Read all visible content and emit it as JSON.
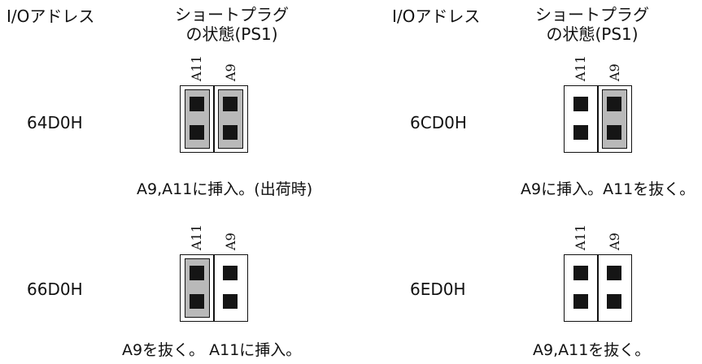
{
  "headers": {
    "left_address": "I/Oアドレス",
    "left_plug_line1": "ショートプラグ",
    "left_plug_line2": "の状態(PS1)",
    "right_address": "I/Oアドレス",
    "right_plug_line1": "ショートプラグ",
    "right_plug_line2": "の状態(PS1)"
  },
  "settings": [
    {
      "address": "64D0H",
      "caption": "A9,A11に挿入。(出荷時)",
      "pins": {
        "a11_label": "A11",
        "a9_label": "A9"
      },
      "a11_inserted": true,
      "a9_inserted": true
    },
    {
      "address": "6CD0H",
      "caption": "A9に挿入。A11を抜く。",
      "pins": {
        "a11_label": "A11",
        "a9_label": "A9"
      },
      "a11_inserted": false,
      "a9_inserted": true
    },
    {
      "address": "66D0H",
      "caption": "A9を抜く。 A11に挿入。",
      "pins": {
        "a11_label": "A11",
        "a9_label": "A9"
      },
      "a11_inserted": true,
      "a9_inserted": false
    },
    {
      "address": "6ED0H",
      "caption": "A9,A11を抜く。",
      "pins": {
        "a11_label": "A11",
        "a9_label": "A9"
      },
      "a11_inserted": false,
      "a9_inserted": false
    }
  ]
}
